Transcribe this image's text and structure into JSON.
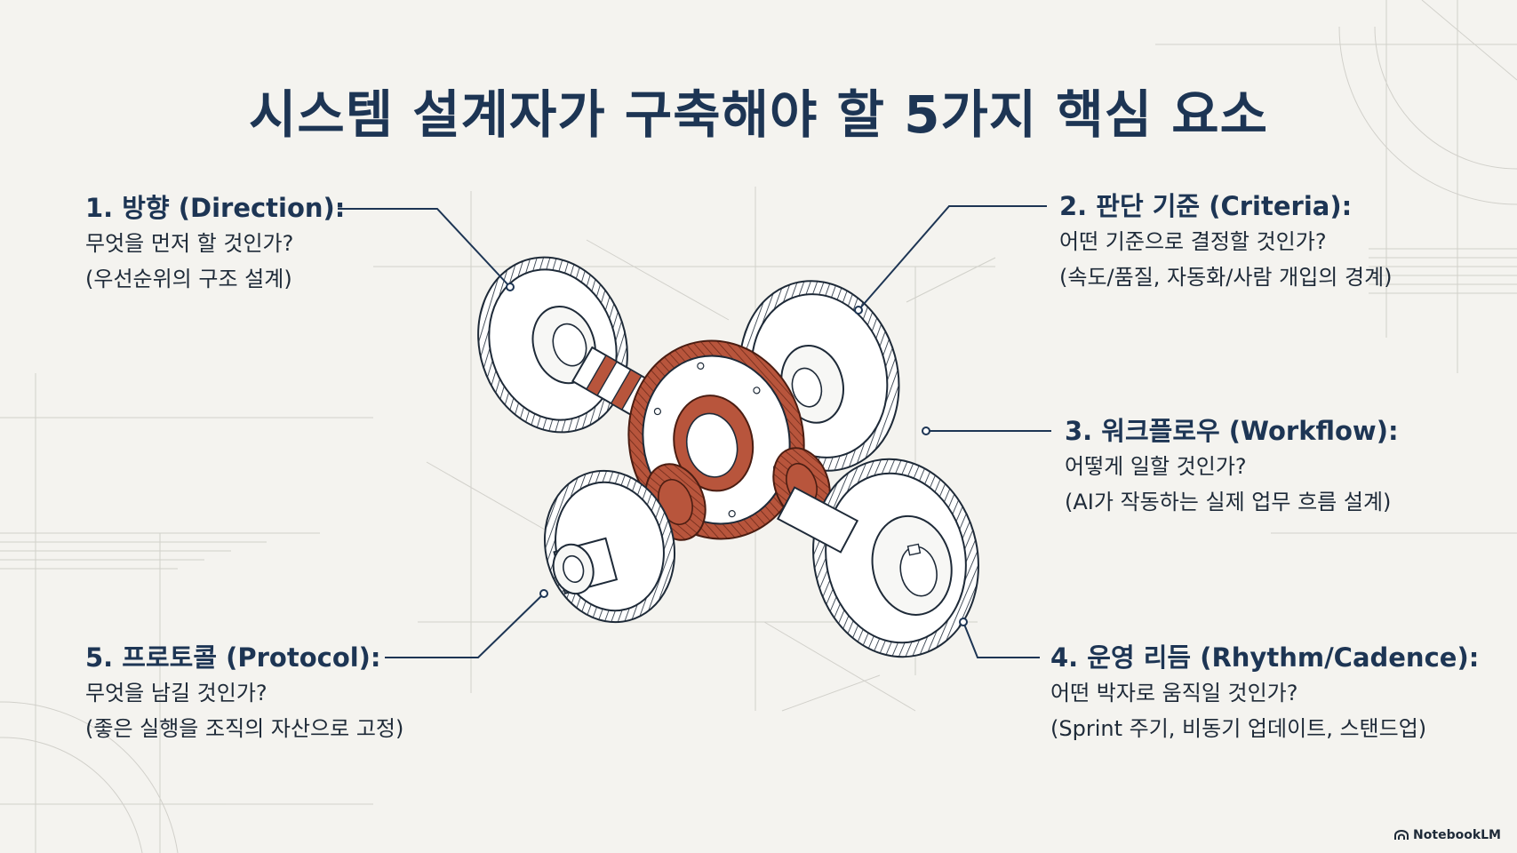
{
  "title": "시스템 설계자가 구축해야 할 5가지 핵심 요소",
  "items": [
    {
      "heading": "1. 방향 (Direction):",
      "line1": "무엇을 먼저 할 것인가?",
      "line2": "(우선순위의 구조 설계)"
    },
    {
      "heading": "2. 판단 기준 (Criteria):",
      "line1": "어떤 기준으로 결정할 것인가?",
      "line2": "(속도/품질, 자동화/사람 개입의 경계)"
    },
    {
      "heading": "3. 워크플로우 (Workflow):",
      "line1": "어떻게 일할 것인가?",
      "line2": "(AI가 작동하는 실제 업무 흐름 설계)"
    },
    {
      "heading": "4. 운영 리듬 (Rhythm/Cadence):",
      "line1": "어떤 박자로 움직일 것인가?",
      "line2": "(Sprint 주기, 비동기 업데이트, 스탠드업)"
    },
    {
      "heading": "5. 프로토콜 (Protocol):",
      "line1": "무엇을 남길 것인가?",
      "line2": "(좋은 실행을 조직의 자산으로 고정)"
    }
  ],
  "brand": {
    "label": "NotebookLM",
    "icon": "notebooklm-logo-icon"
  },
  "colors": {
    "navy": "#1d3554",
    "gear_red": "#b8553c",
    "gear_outline": "#1e2a38",
    "background": "#f4f3ef"
  }
}
